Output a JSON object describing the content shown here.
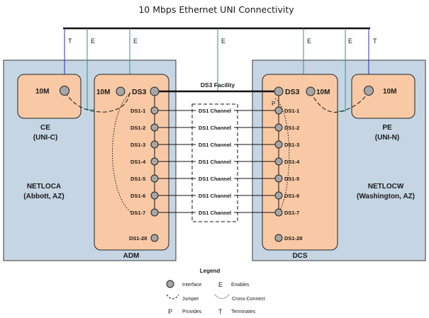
{
  "title": "10 Mbps Ethernet UNI Connectivity",
  "colors": {
    "site_fill": "#c5d5e4",
    "site_stroke": "#3a3a3a",
    "box_fill": "#f9c9a5",
    "box_stroke": "#222222",
    "interface_fill": "#a6a6a6",
    "terminates_line": "#2b2ba8",
    "enables_line": "#1f9a84",
    "backbone": "#111111"
  },
  "sites": {
    "left": {
      "name": "NETLOCA",
      "location": "(Abbott, AZ)"
    },
    "right": {
      "name": "NETLOCW",
      "location": "(Washington, AZ)"
    }
  },
  "ce": {
    "name": "CE",
    "sub": "(UNI-C)",
    "port": "10M"
  },
  "pe": {
    "name": "PE",
    "sub": "(UNI-N)",
    "port": "10M"
  },
  "adm": {
    "label": "ADM",
    "port_10m": "10M",
    "port_ds3": "DS3",
    "last_port": "DS1-28"
  },
  "dcs": {
    "label": "DCS",
    "port_10m": "10M",
    "port_ds3": "DS3",
    "last_port": "DS1-28",
    "provides_marker": "P"
  },
  "facility": "DS3 Facility",
  "ds1_ports": [
    "DS1-1",
    "DS1-2",
    "DS1-3",
    "DS1-4",
    "DS1-5",
    "DS1-6",
    "DS1-7"
  ],
  "channel_label": "DS1 Channel",
  "connector_labels": {
    "t_left": "T",
    "e_left_1": "E",
    "e_left_2": "E",
    "e_mid": "E",
    "e_right_1": "E",
    "e_right_2": "E",
    "t_right": "T"
  },
  "legend": {
    "title": "Legend",
    "interface": "Interface",
    "enables_sym": "E",
    "enables": "Enables",
    "jumper": "Jumper",
    "cross_connect": "Cross-Connect",
    "provides_sym": "P",
    "provides": "Provides",
    "terminates_sym": "T",
    "terminates": "Terminates"
  }
}
